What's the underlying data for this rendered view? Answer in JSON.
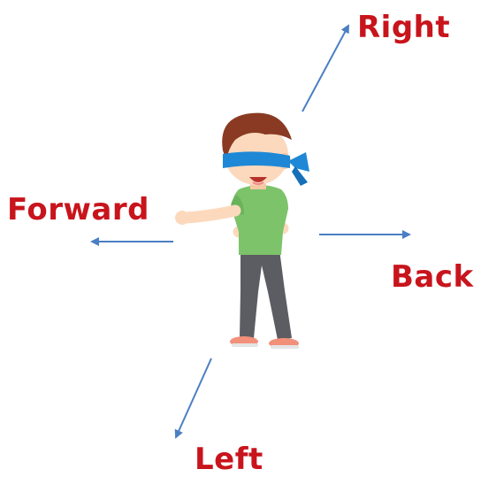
{
  "labels": {
    "right": "Right",
    "forward": "Forward",
    "back": "Back",
    "left": "Left"
  },
  "colors": {
    "label": "#c8141c",
    "arrow": "#4a7fc4",
    "blindfold": "#1e88d6",
    "hair": "#8a3a22",
    "skin": "#fcd9bd",
    "shirt": "#7cc36a",
    "pants": "#5c5d63",
    "shoes": "#f2907a"
  },
  "icons": {
    "figure": "blindfolded-boy-icon"
  }
}
